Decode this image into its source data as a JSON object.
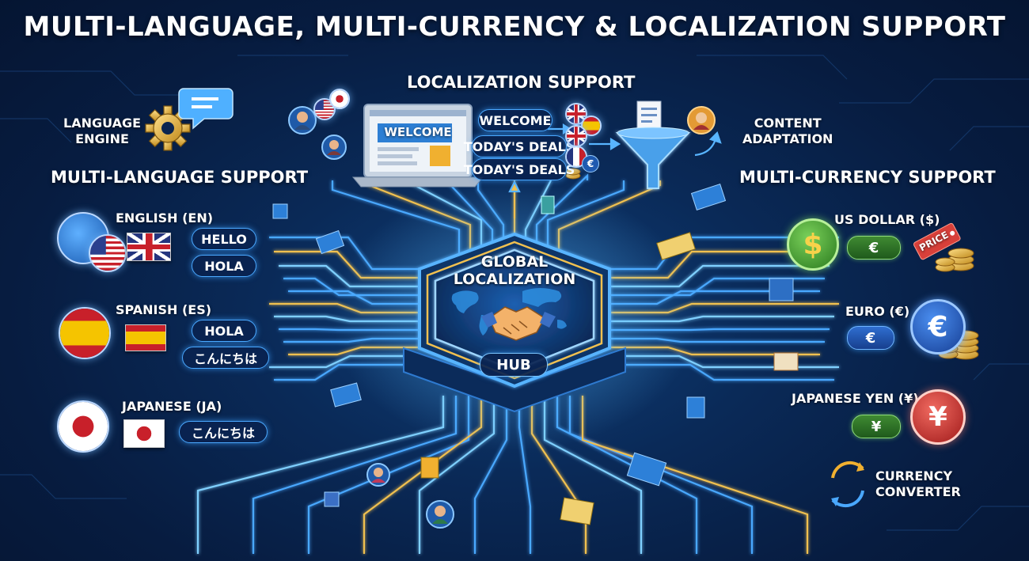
{
  "title": "MULTI-LANGUAGE, MULTI-CURRENCY & LOCALIZATION SUPPORT",
  "localization": {
    "heading": "LOCALIZATION SUPPORT",
    "laptop_banner": "WELCOME",
    "rows": [
      "WELCOME",
      "TODAY'S DEALS",
      "TODAY'S  DEALS"
    ],
    "content_adaptation": "CONTENT\nADAPTATION"
  },
  "language_engine": "LANGUAGE\nENGINE",
  "multi_language": {
    "heading": "MULTI-LANGUAGE SUPPORT",
    "languages": [
      {
        "name": "ENGLISH (EN)",
        "phrases": [
          "HELLO",
          "HOLA"
        ]
      },
      {
        "name": "SPANISH (ES)",
        "phrases": [
          "HOLA",
          "こんにちは"
        ]
      },
      {
        "name": "JAPANESE (JA)",
        "phrases": [
          "こんにちは"
        ]
      }
    ]
  },
  "hub": {
    "title": "GLOBAL\nLOCALIZATION",
    "label": "HUB"
  },
  "multi_currency": {
    "heading": "MULTI-CURRENCY SUPPORT",
    "currencies": [
      {
        "name": "US DOLLAR ($)",
        "symbol": "$",
        "pill_symbol": "€",
        "tag": "PRICE"
      },
      {
        "name": "EURO (€)",
        "symbol": "€",
        "pill_symbol": "€"
      },
      {
        "name": "JAPANESE YEN (¥)",
        "symbol": "¥",
        "pill_symbol": "¥"
      }
    ],
    "converter": "CURRENCY\nCONVERTER"
  },
  "colors": {
    "bg": "#071c40",
    "accent": "#4aa8ff",
    "gold": "#f0b030",
    "green": "#3f8a32"
  }
}
